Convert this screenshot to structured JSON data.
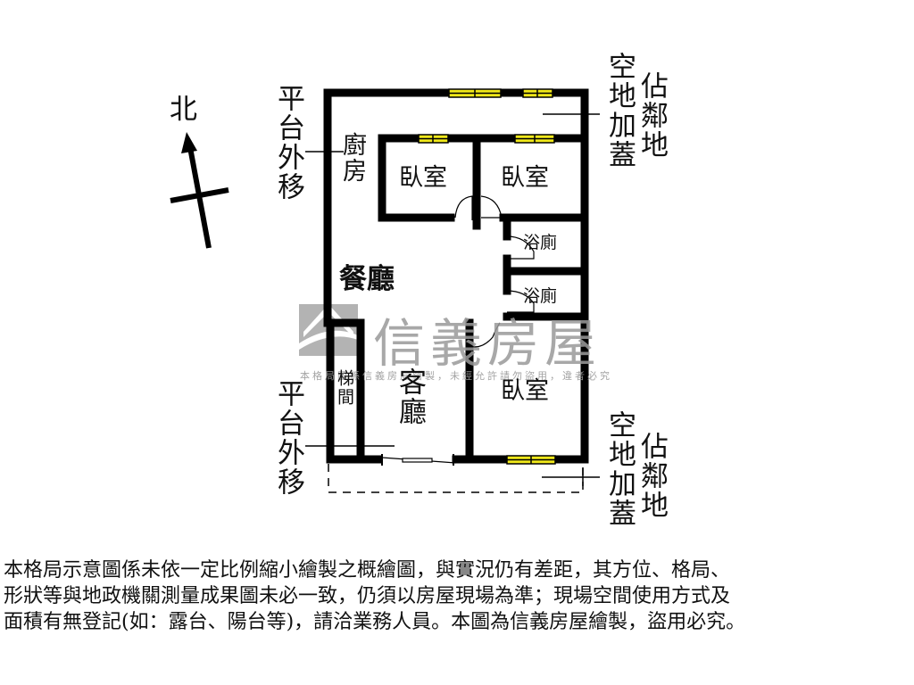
{
  "compass": {
    "label": "北"
  },
  "labels": {
    "platform_top": "平台外移",
    "platform_bottom": "平台外移",
    "annex_top_a": "空地加蓋",
    "annex_top_b": "佔鄰地",
    "annex_bottom_a": "空地加蓋",
    "annex_bottom_b": "佔鄰地"
  },
  "rooms": {
    "kitchen": "廚房",
    "bedroom_1": "臥室",
    "bedroom_2": "臥室",
    "bath_1": "浴廁",
    "bath_2": "浴廁",
    "dining": "餐廳",
    "stair": "梯間",
    "living": "客廳",
    "bedroom_3": "臥室"
  },
  "watermark": {
    "brand": "信義房屋",
    "notice": "本格局圖係信義房屋繪製，未經允許請勿盜用，違者必究"
  },
  "colors": {
    "wall": "#000000",
    "window_fill": "#f0e81a",
    "watermark": "#9a9a9a"
  },
  "disclaimer": {
    "lines": [
      "本格局示意圖係未依一定比例縮小繪製之概繪圖，與實況仍有差距，其方位、格局、",
      "形狀等與地政機關測量成果圖未必一致，仍須以房屋現場為準；現場空間使用方式及",
      "面積有無登記(如：露台、陽台等)，請洽業務人員。本圖為信義房屋繪製，盜用必究。"
    ]
  }
}
